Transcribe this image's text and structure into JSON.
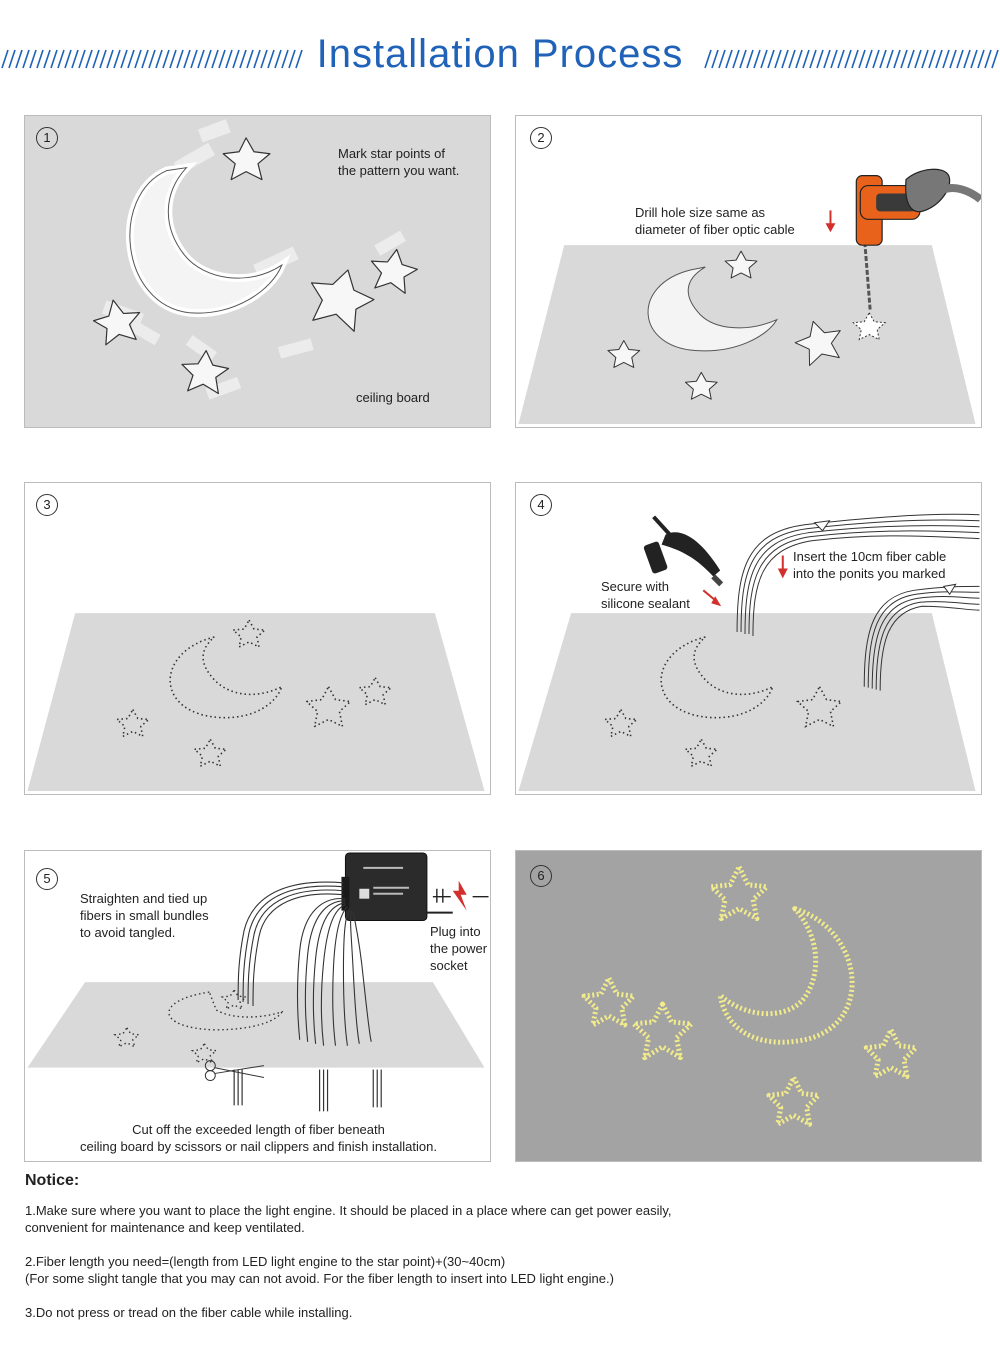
{
  "header": {
    "title": "Installation Process"
  },
  "colors": {
    "title": "#1f62b8",
    "panel_bg": "#d9d9d9",
    "panel_final_bg": "#a3a3a3",
    "glow": "#f2ec8a",
    "drill": "#e8621b",
    "arrow": "#d2302c"
  },
  "panels": [
    {
      "num": "1",
      "captions": [
        "Mark star points of\nthe pattern you want.",
        "ceiling board"
      ]
    },
    {
      "num": "2",
      "captions": [
        "Drill hole size same as\ndiameter of fiber optic cable"
      ]
    },
    {
      "num": "3",
      "captions": []
    },
    {
      "num": "4",
      "captions": [
        "Insert the 10cm fiber cable\ninto  the ponits you marked",
        "Secure with\nsilicone sealant"
      ]
    },
    {
      "num": "5",
      "captions": [
        "Straighten and tied up\nfibers in small bundles\nto avoid tangled.",
        "Plug into\nthe power\nsocket",
        "Cut off the exceeded length of fiber beneath\nceiling board by scissors or nail clippers and finish installation."
      ]
    },
    {
      "num": "6",
      "captions": []
    }
  ],
  "notice": {
    "heading": "Notice:",
    "items": [
      "1.Make sure where you want to place the light engine. It should be placed in a place where can get power easily,\n   convenient for maintenance and keep ventilated.",
      "2.Fiber length you need=(length from LED light engine to the star point)+(30~40cm)\n   (For some slight tangle that you may can not avoid. For the fiber length to insert into LED light engine.)",
      "3.Do not press or tread on the fiber cable while installing."
    ]
  }
}
